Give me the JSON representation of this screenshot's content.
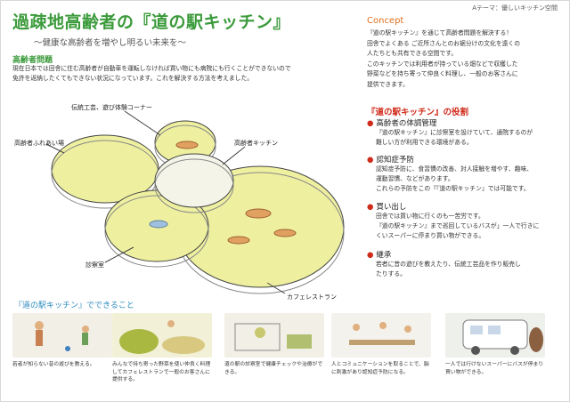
{
  "header": {
    "theme": "Aテーマ：優しいキッチン空間",
    "title": "過疎地高齢者の『道の駅キッチン』",
    "subtitle": "～健康な高齢者を増やし明るい未来を～"
  },
  "problem": {
    "heading": "高齢者問題",
    "lines": [
      "現在日本では田舎に住む高齢者が自動車を運転しなければ買い物にも病院にも行くことができないので",
      "免許を返納したくてもできない状況になっています。これを解決する方法を考えました。"
    ]
  },
  "concept": {
    "heading": "Concept",
    "lines": [
      "『道の駅キッチン』を通じて高齢者問題を解決する！",
      "田舎でよくある ご近所さんとのお裾分けの文化を遠くの",
      "人たちとも共有できる空間です。",
      "このキッチンでは利用者が持っている畑などで収穫した",
      "野菜などを持ち寄って仲良く料理し、一般のお客さんに",
      "提供できます。"
    ]
  },
  "roles": {
    "heading": "『道の駅キッチン』の役割",
    "items": [
      {
        "title": "高齢者の体調管理",
        "lines": [
          "『道の駅キッチン』に診察室を設けていて、通院するのが",
          "難しい方が利用できる環境がある。"
        ]
      },
      {
        "title": "認知症予防",
        "lines": [
          "認知症予防に、食習慣の改善、対人接触を増やす、趣味、",
          "運動習慣、などがあります。",
          "これらの予防をこの『『道の駅キッチン』では可能です。"
        ]
      },
      {
        "title": "買い出し",
        "lines": [
          "田舎では買い物に行くのも一苦労です。",
          "『道の駅キッチン』まで巡回しているバスが」一人で行きに",
          "くいスーパーに停まり買い物ができる。"
        ]
      },
      {
        "title": "継承",
        "lines": [
          "若者に昔の遊びを教えたり、伝統工芸品を作り販売し",
          "たりする。"
        ]
      }
    ]
  },
  "plan_labels": {
    "crafts": "伝統工芸、遊び体験コーナー",
    "elderly": "高齢者ふれあい場",
    "kitchen": "高齢者キッチン",
    "clinic": "診察室",
    "cafe": "カフェレストラン"
  },
  "can_do": {
    "heading": "『道の駅キッチン』でできること",
    "items": [
      {
        "caption": "若者が知らない昔の遊びを教える。"
      },
      {
        "caption": "みんなで持ち寄った野菜を使い仲良く料理してカフェレストランで一般のお客さんに提供する。"
      },
      {
        "caption": "道の駅の診察室で健康チェックや治療ができる。"
      },
      {
        "caption": "人とコミュニケーションを取ることで、脳に刺激があり認知症予防になる。"
      },
      {
        "caption": "一人では行けないスーパーにバスが停まり買い物ができる。"
      }
    ]
  },
  "colors": {
    "title_green": "#3a9a3a",
    "concept_orange": "#e07020",
    "role_red": "#d02a1a",
    "cando_blue": "#2a8ac0",
    "floor_yellow": "#eef0a0"
  }
}
